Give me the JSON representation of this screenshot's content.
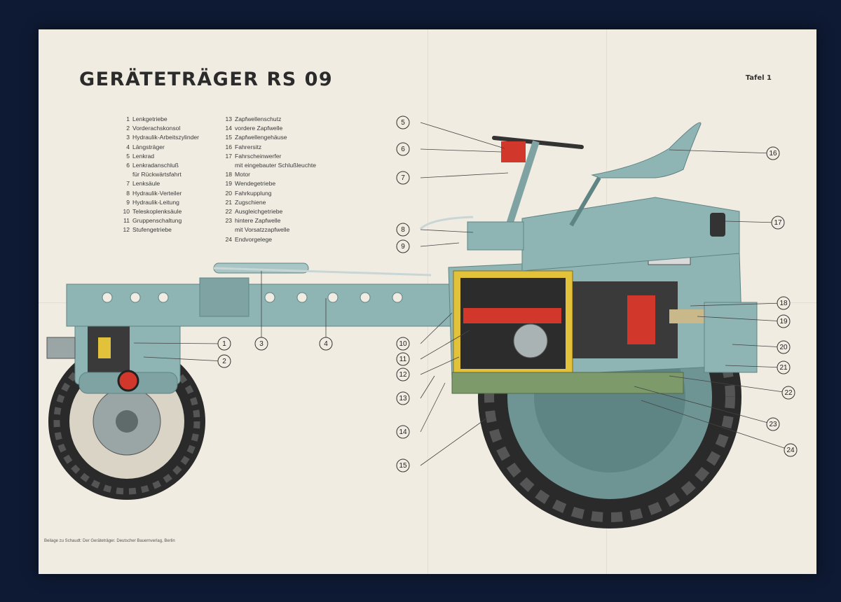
{
  "title": "GERÄTETRÄGER RS 09",
  "plate": "Tafel 1",
  "footer": "Beilage zu Schaudt: Der Geräteträger. Deutscher Bauernverlag, Berlin",
  "legend_col1": [
    {
      "num": "1",
      "label": "Lenkgetriebe"
    },
    {
      "num": "2",
      "label": "Vorderachskonsol"
    },
    {
      "num": "3",
      "label": "Hydraulik-Arbeitszylinder"
    },
    {
      "num": "4",
      "label": "Längsträger"
    },
    {
      "num": "5",
      "label": "Lenkrad"
    },
    {
      "num": "6",
      "label": "Lenkradanschluß",
      "sub": "für Rückwärtsfahrt"
    },
    {
      "num": "7",
      "label": "Lenksäule"
    },
    {
      "num": "8",
      "label": "Hydraulik-Verteiler"
    },
    {
      "num": "9",
      "label": "Hydraulik-Leitung"
    },
    {
      "num": "10",
      "label": "Teleskoplenksäule"
    },
    {
      "num": "11",
      "label": "Gruppenschaltung"
    },
    {
      "num": "12",
      "label": "Stufengetriebe"
    }
  ],
  "legend_col2": [
    {
      "num": "13",
      "label": "Zapfwellenschutz"
    },
    {
      "num": "14",
      "label": "vordere Zapfwelle"
    },
    {
      "num": "15",
      "label": "Zapfwellengehäuse"
    },
    {
      "num": "16",
      "label": "Fahrersitz"
    },
    {
      "num": "17",
      "label": "Fahrscheinwerfer",
      "sub": "mit eingebauter Schlußleuchte"
    },
    {
      "num": "18",
      "label": "Motor"
    },
    {
      "num": "19",
      "label": "Wendegetriebe"
    },
    {
      "num": "20",
      "label": "Fahrkupplung"
    },
    {
      "num": "21",
      "label": "Zugschiene"
    },
    {
      "num": "22",
      "label": "Ausgleichgetriebe"
    },
    {
      "num": "23",
      "label": "hintere Zapfwelle",
      "sub": "mit Vorsatzzapfwelle"
    },
    {
      "num": "24",
      "label": "Endvorgelege"
    }
  ],
  "callouts": [
    "1",
    "2",
    "3",
    "4",
    "5",
    "6",
    "7",
    "8",
    "9",
    "10",
    "11",
    "12",
    "13",
    "14",
    "15",
    "16",
    "17",
    "18",
    "19",
    "20",
    "21",
    "22",
    "23",
    "24"
  ],
  "colors": {
    "paper": "#f1ece2",
    "machine": "#8fb4b4",
    "machine_dark": "#5f8484",
    "engine_red": "#d2372c",
    "housing_yellow": "#e2c23a",
    "tire": "#2a2a2a"
  }
}
